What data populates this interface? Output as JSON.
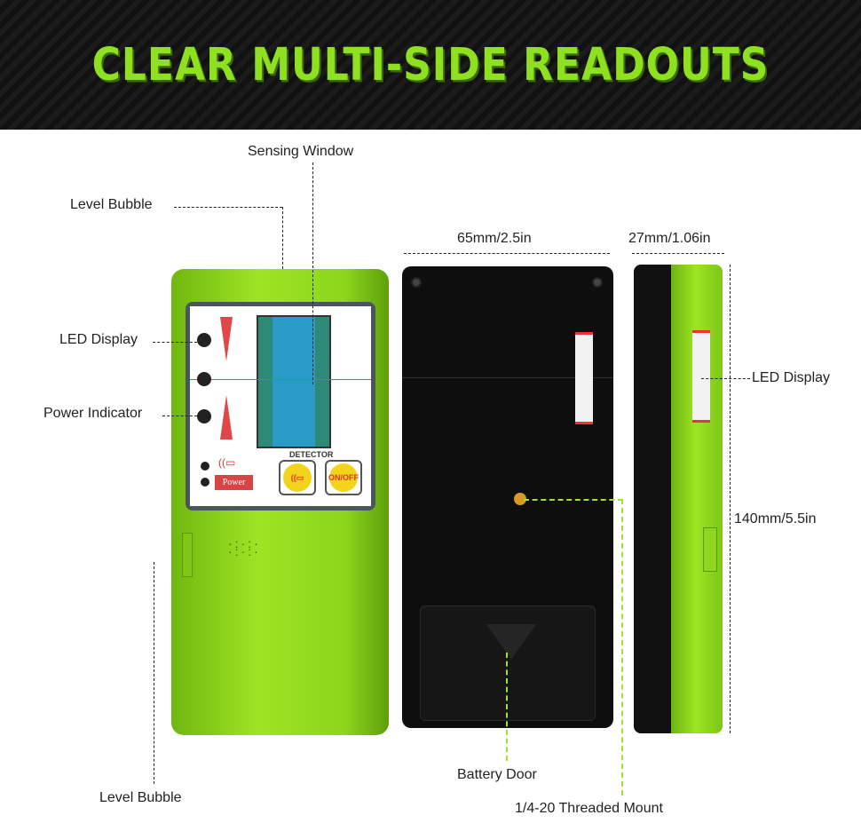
{
  "banner": {
    "title": "CLEAR MULTI-SIDE READOUTS"
  },
  "labels": {
    "sensing_window": "Sensing Window",
    "level_bubble_top": "Level Bubble",
    "led_display_front": "LED Display",
    "power_indicator": "Power Indicator",
    "level_bubble_bottom": "Level Bubble",
    "width": "65mm/2.5in",
    "depth": "27mm/1.06in",
    "led_display_side": "LED Display",
    "height": "140mm/5.5in",
    "battery_door": "Battery Door",
    "threaded_mount": "1/4-20 Threaded Mount"
  },
  "device": {
    "detector": "DETECTOR",
    "power": "Power",
    "on_off": "ON/OFF"
  },
  "colors": {
    "accent": "#8ee021",
    "body": "#9ee424"
  }
}
